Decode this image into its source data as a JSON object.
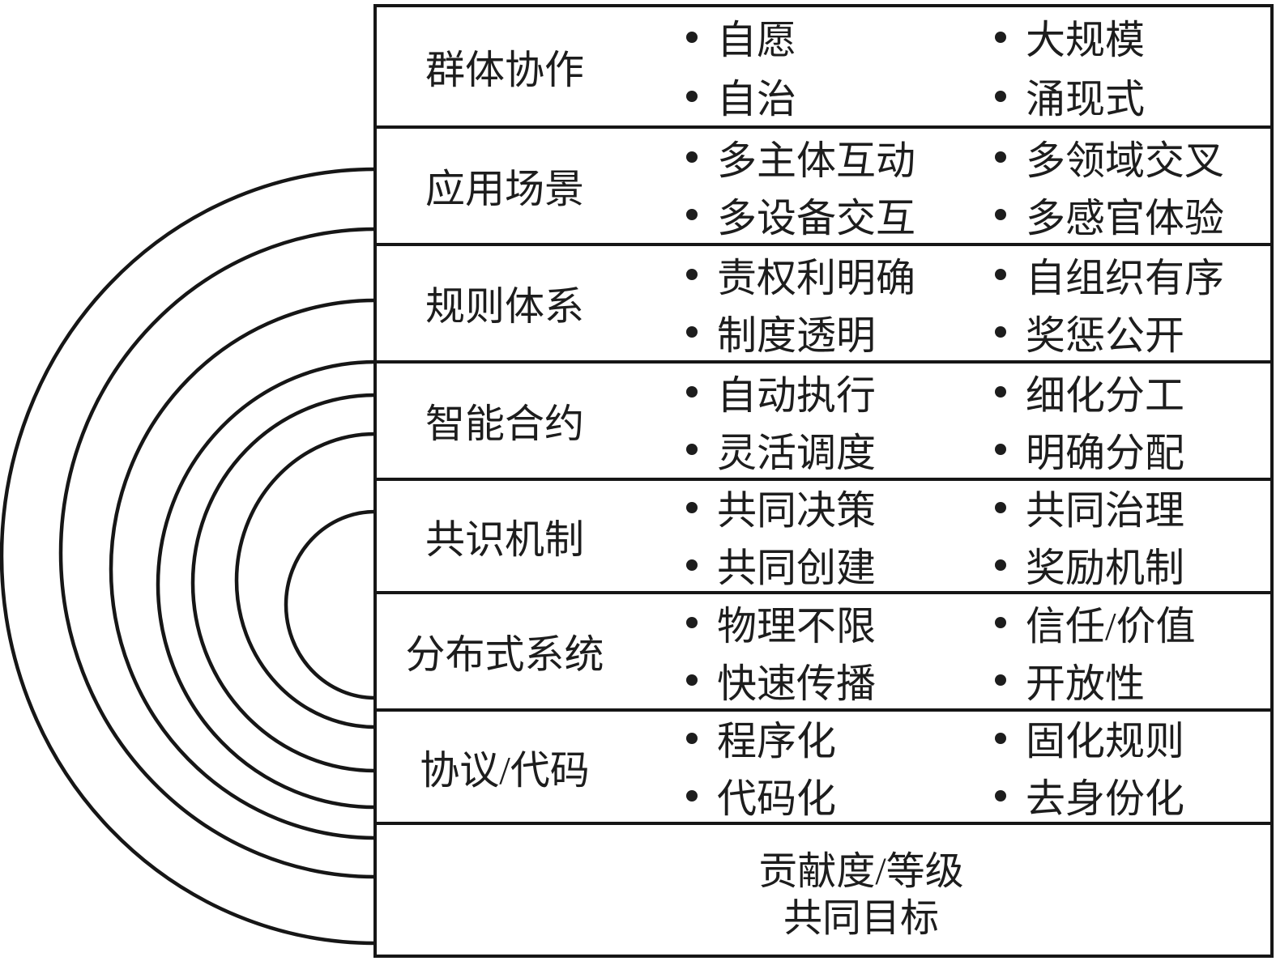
{
  "figure": {
    "type": "layered-hierarchy-diagram",
    "layer_count": 7
  },
  "colors": {
    "ink": "#1d1d1d",
    "line": "#161616",
    "background": "#ffffff"
  },
  "rows": [
    {
      "label": "群体协作",
      "col1": [
        "自愿",
        "自治"
      ],
      "col2": [
        "大规模",
        "涌现式"
      ]
    },
    {
      "label": "应用场景",
      "col1": [
        "多主体互动",
        "多设备交互"
      ],
      "col2": [
        "多领域交叉",
        "多感官体验"
      ]
    },
    {
      "label": "规则体系",
      "col1": [
        "责权利明确",
        "制度透明"
      ],
      "col2": [
        "自组织有序",
        "奖惩公开"
      ]
    },
    {
      "label": "智能合约",
      "col1": [
        "自动执行",
        "灵活调度"
      ],
      "col2": [
        "细化分工",
        "明确分配"
      ]
    },
    {
      "label": "共识机制",
      "col1": [
        "共同决策",
        "共同创建"
      ],
      "col2": [
        "共同治理",
        "奖励机制"
      ]
    },
    {
      "label": "分布式系统",
      "col1": [
        "物理不限",
        "快速传播"
      ],
      "col2": [
        "信任/价值",
        "开放性"
      ]
    },
    {
      "label": "协议/代码",
      "col1": [
        "程序化",
        "代码化"
      ],
      "col2": [
        "固化规则",
        "去身份化"
      ]
    }
  ],
  "base": {
    "line1": "贡献度/等级",
    "line2": "共同目标"
  }
}
